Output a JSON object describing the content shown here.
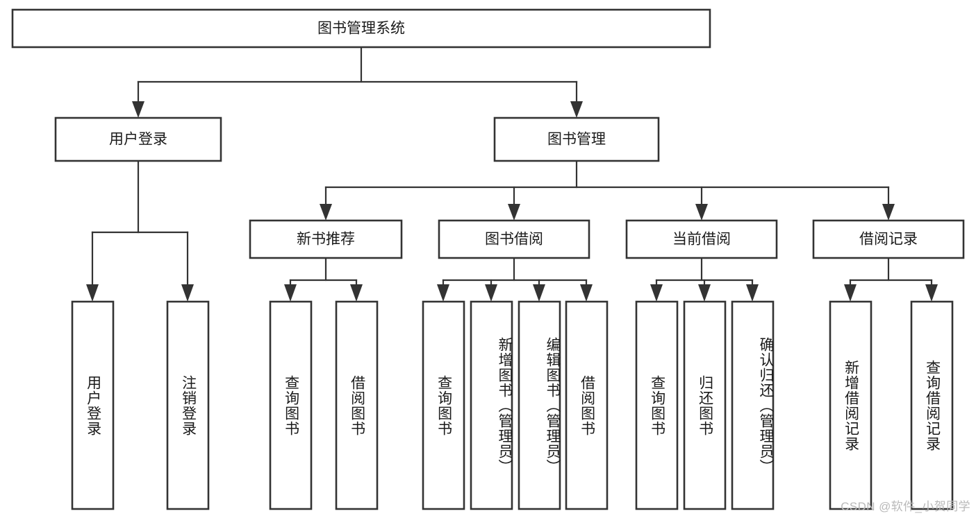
{
  "diagram": {
    "type": "tree-hierarchy-diagram",
    "title": "图书管理系统",
    "watermark": "CSDN @软件_小贺同学",
    "colors": {
      "stroke": "#333333",
      "fill": "#ffffff",
      "text": "#1a1a1a",
      "watermark": "#b9b9b9",
      "background": "#ffffff"
    },
    "levels": [
      {
        "level": 1,
        "nodes": [
          {
            "id": "root",
            "label": "图书管理系统",
            "orientation": "horizontal"
          }
        ]
      },
      {
        "level": 2,
        "nodes": [
          {
            "id": "login",
            "label": "用户登录",
            "orientation": "horizontal",
            "parent": "root"
          },
          {
            "id": "bookmgmt",
            "label": "图书管理",
            "orientation": "horizontal",
            "parent": "root"
          }
        ]
      },
      {
        "level": 3,
        "nodes": [
          {
            "id": "newbook",
            "label": "新书推荐",
            "orientation": "horizontal",
            "parent": "bookmgmt"
          },
          {
            "id": "borrow",
            "label": "图书借阅",
            "orientation": "horizontal",
            "parent": "bookmgmt"
          },
          {
            "id": "current",
            "label": "当前借阅",
            "orientation": "horizontal",
            "parent": "bookmgmt"
          },
          {
            "id": "records",
            "label": "借阅记录",
            "orientation": "horizontal",
            "parent": "bookmgmt"
          }
        ]
      },
      {
        "level": 4,
        "nodes": [
          {
            "id": "leaf-1",
            "label": "用户登录",
            "orientation": "vertical",
            "parent": "login"
          },
          {
            "id": "leaf-2",
            "label": "注销登录",
            "orientation": "vertical",
            "parent": "login"
          },
          {
            "id": "leaf-3",
            "label": "查询图书",
            "orientation": "vertical",
            "parent": "newbook"
          },
          {
            "id": "leaf-4",
            "label": "借阅图书",
            "orientation": "vertical",
            "parent": "newbook"
          },
          {
            "id": "leaf-5",
            "label": "查询图书",
            "orientation": "vertical",
            "parent": "borrow"
          },
          {
            "id": "leaf-6",
            "label": "新增图书（管理员）",
            "orientation": "vertical",
            "parent": "borrow"
          },
          {
            "id": "leaf-7",
            "label": "编辑图书（管理员）",
            "orientation": "vertical",
            "parent": "borrow"
          },
          {
            "id": "leaf-8",
            "label": "借阅图书",
            "orientation": "vertical",
            "parent": "borrow"
          },
          {
            "id": "leaf-9",
            "label": "查询图书",
            "orientation": "vertical",
            "parent": "current"
          },
          {
            "id": "leaf-10",
            "label": "归还图书",
            "orientation": "vertical",
            "parent": "current"
          },
          {
            "id": "leaf-11",
            "label": "确认归还（管理员）",
            "orientation": "vertical",
            "parent": "current"
          },
          {
            "id": "leaf-12",
            "label": "新增借阅记录",
            "orientation": "vertical",
            "parent": "records"
          },
          {
            "id": "leaf-13",
            "label": "查询借阅记录",
            "orientation": "vertical",
            "parent": "records"
          }
        ]
      }
    ]
  }
}
